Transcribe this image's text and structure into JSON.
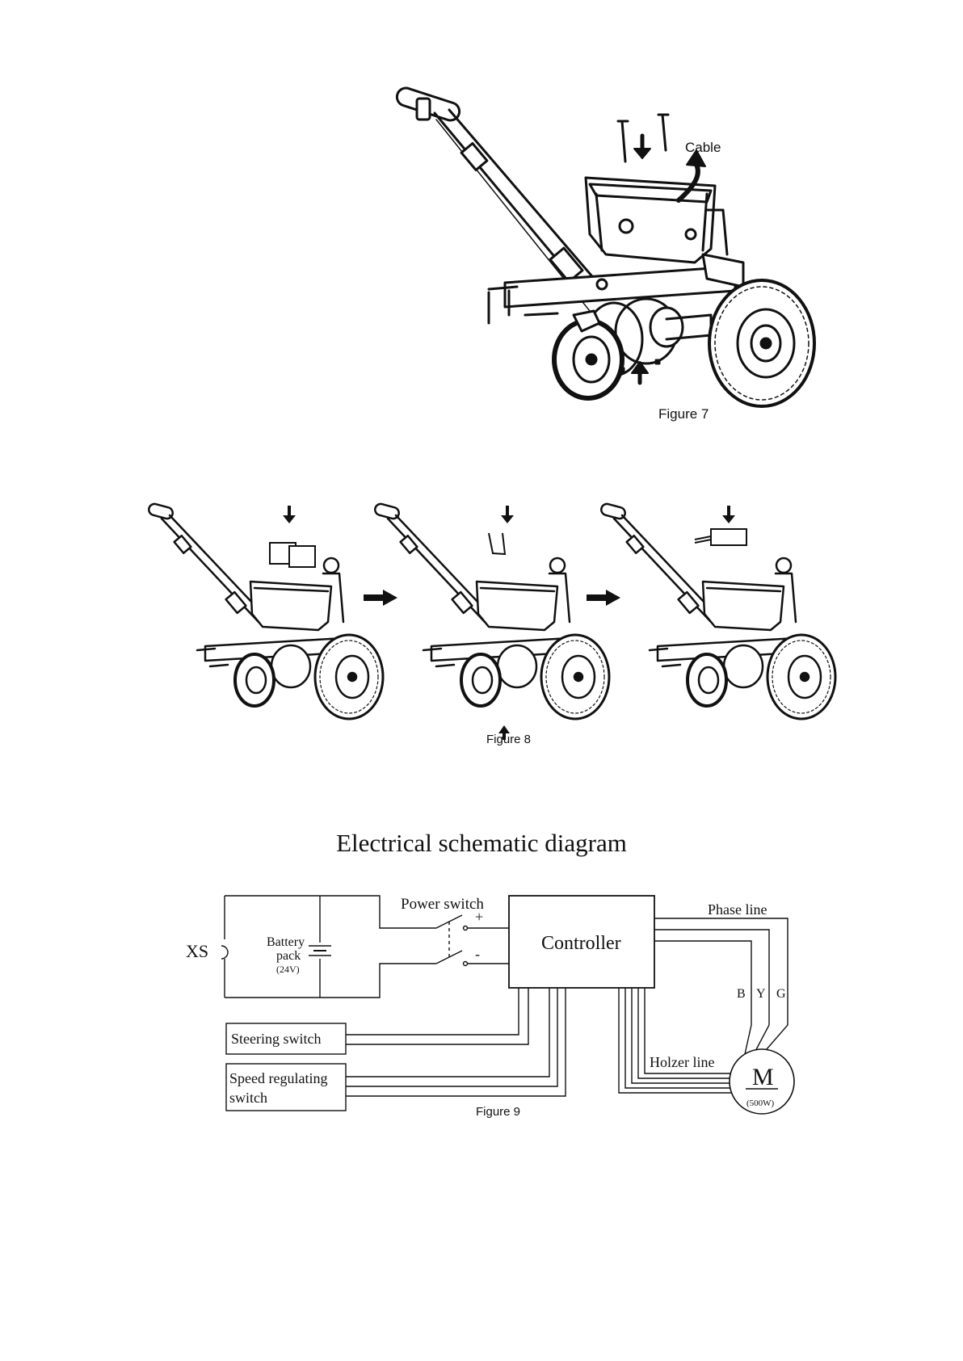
{
  "figure7": {
    "cable_label": "Cable",
    "caption": "Figure 7"
  },
  "figure8": {
    "caption": "Figure 8"
  },
  "schematic": {
    "title": "Electrical schematic diagram",
    "xs_label": "XS",
    "battery_label_1": "Battery",
    "battery_label_2": "pack",
    "battery_voltage": "(24V)",
    "power_switch": "Power switch",
    "plus": "+",
    "minus": "-",
    "controller": "Controller",
    "phase_line": "Phase line",
    "phase_b": "B",
    "phase_y": "Y",
    "phase_g": "G",
    "holzer_line": "Holzer line",
    "motor_symbol": "M",
    "motor_power": "(500W)",
    "steering_switch": "Steering switch",
    "speed_switch_1": "Speed regulating",
    "speed_switch_2": "switch",
    "caption": "Figure 9"
  }
}
